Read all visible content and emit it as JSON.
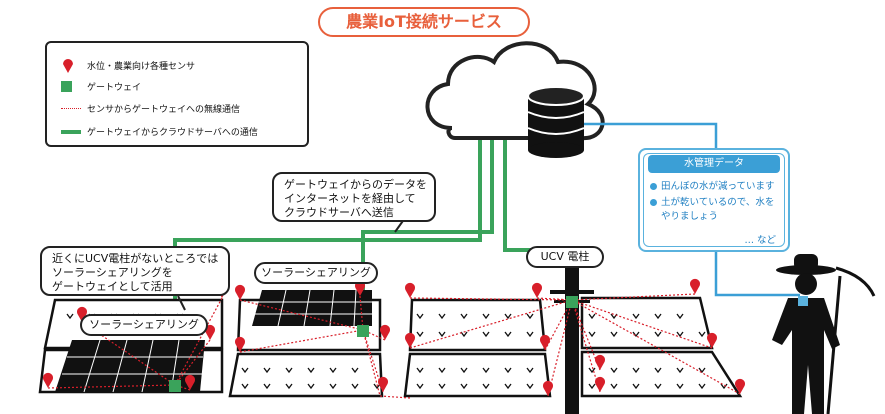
{
  "title": "農業IoT接続サービス",
  "legend": {
    "sensor": "水位・農業向け各種センサ",
    "gateway": "ゲートウェイ",
    "wireless": "センサからゲートウェイへの無線通信",
    "cloud_link": "ゲートウェイからクラウドサーバへの通信"
  },
  "callouts": {
    "internet": [
      "ゲートウェイからのデータを",
      "インターネットを経由して",
      "クラウドサーバへ送信"
    ],
    "solar_note": [
      "近くにUCV電柱がないところでは",
      "ソーラーシェアリングを",
      "ゲートウェイとして活用"
    ]
  },
  "labels": {
    "solar_left": "ソーラーシェアリング",
    "solar_mid": "ソーラーシェアリング",
    "pole": "UCV 電柱"
  },
  "water_mgmt": {
    "header": "水管理データ",
    "item1": "田んぼの水が減っています",
    "item2a": "土が乾いているので、水を",
    "item2b": "やりましょう",
    "etc": "… など"
  },
  "colors": {
    "accent": "#e8603c",
    "sensor": "#d81f2a",
    "gateway": "#3aa35b",
    "cloud_link": "#3aa35b",
    "data_link": "#3b9fd6",
    "outline": "#222222"
  }
}
